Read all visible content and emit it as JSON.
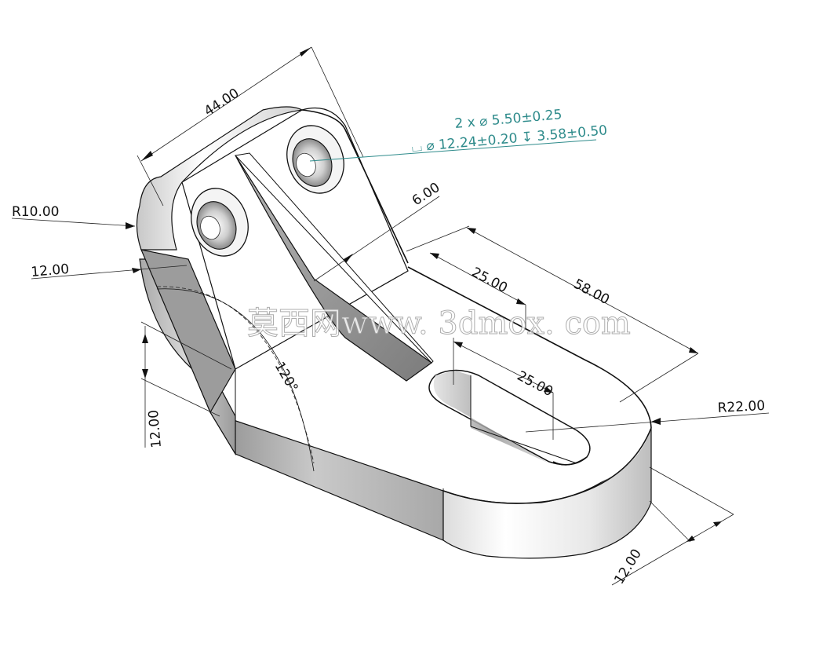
{
  "dimensions": {
    "width_44": "44.00",
    "r10": "R10.00",
    "t12_left": "12.00",
    "t6": "6.00",
    "d25_top": "25.00",
    "d58": "58.00",
    "d25_slot": "25.00",
    "r22": "R22.00",
    "h12_left": "12.00",
    "angle": "120°",
    "t12_bottom": "12.00"
  },
  "hole_callout": {
    "line1": "2 x ⌀ 5.50±0.25",
    "line2": "⌴ ⌀ 12.24±0.20 ↧ 3.58±0.50",
    "color": "#2e8b8b"
  },
  "watermark": "莫西网www. 3dmox. com"
}
